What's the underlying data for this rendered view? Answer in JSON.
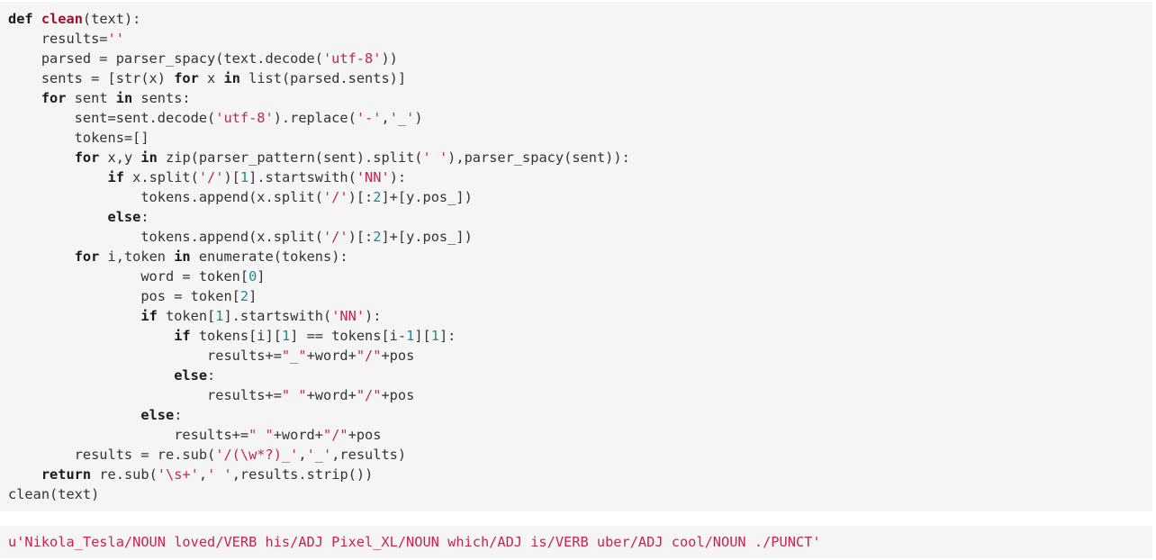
{
  "code": {
    "lines": [
      [
        {
          "t": "kw",
          "v": "def"
        },
        {
          "t": "p",
          "v": " "
        },
        {
          "t": "fn",
          "v": "clean"
        },
        {
          "t": "p",
          "v": "(text):"
        }
      ],
      [
        {
          "t": "p",
          "v": "    results="
        },
        {
          "t": "str",
          "v": "''"
        }
      ],
      [
        {
          "t": "p",
          "v": "    parsed = parser_spacy(text.decode("
        },
        {
          "t": "str",
          "v": "'utf-8'"
        },
        {
          "t": "p",
          "v": "))"
        }
      ],
      [
        {
          "t": "p",
          "v": "    sents = [str(x) "
        },
        {
          "t": "kw",
          "v": "for"
        },
        {
          "t": "p",
          "v": " x "
        },
        {
          "t": "kw",
          "v": "in"
        },
        {
          "t": "p",
          "v": " list(parsed.sents)]"
        }
      ],
      [
        {
          "t": "p",
          "v": "    "
        },
        {
          "t": "kw",
          "v": "for"
        },
        {
          "t": "p",
          "v": " sent "
        },
        {
          "t": "kw",
          "v": "in"
        },
        {
          "t": "p",
          "v": " sents:"
        }
      ],
      [
        {
          "t": "p",
          "v": "        sent=sent.decode("
        },
        {
          "t": "str",
          "v": "'utf-8'"
        },
        {
          "t": "p",
          "v": ").replace("
        },
        {
          "t": "str",
          "v": "'-'"
        },
        {
          "t": "p",
          "v": ","
        },
        {
          "t": "str",
          "v": "'_'"
        },
        {
          "t": "p",
          "v": ")"
        }
      ],
      [
        {
          "t": "p",
          "v": "        tokens=[]"
        }
      ],
      [
        {
          "t": "p",
          "v": "        "
        },
        {
          "t": "kw",
          "v": "for"
        },
        {
          "t": "p",
          "v": " x,y "
        },
        {
          "t": "kw",
          "v": "in"
        },
        {
          "t": "p",
          "v": " zip(parser_pattern(sent).split("
        },
        {
          "t": "str",
          "v": "' '"
        },
        {
          "t": "p",
          "v": "),parser_spacy(sent)):"
        }
      ],
      [
        {
          "t": "p",
          "v": "            "
        },
        {
          "t": "kw",
          "v": "if"
        },
        {
          "t": "p",
          "v": " x.split("
        },
        {
          "t": "str",
          "v": "'/'"
        },
        {
          "t": "p",
          "v": ")["
        },
        {
          "t": "num",
          "v": "1"
        },
        {
          "t": "p",
          "v": "].startswith("
        },
        {
          "t": "str",
          "v": "'NN'"
        },
        {
          "t": "p",
          "v": "):"
        }
      ],
      [
        {
          "t": "p",
          "v": "                tokens.append(x.split("
        },
        {
          "t": "str",
          "v": "'/'"
        },
        {
          "t": "p",
          "v": ")[:"
        },
        {
          "t": "num",
          "v": "2"
        },
        {
          "t": "p",
          "v": "]+[y.pos_])"
        }
      ],
      [
        {
          "t": "p",
          "v": "            "
        },
        {
          "t": "kw",
          "v": "else"
        },
        {
          "t": "p",
          "v": ":"
        }
      ],
      [
        {
          "t": "p",
          "v": "                tokens.append(x.split("
        },
        {
          "t": "str",
          "v": "'/'"
        },
        {
          "t": "p",
          "v": ")[:"
        },
        {
          "t": "num",
          "v": "2"
        },
        {
          "t": "p",
          "v": "]+[y.pos_])"
        }
      ],
      [
        {
          "t": "p",
          "v": "        "
        },
        {
          "t": "kw",
          "v": "for"
        },
        {
          "t": "p",
          "v": " i,token "
        },
        {
          "t": "kw",
          "v": "in"
        },
        {
          "t": "p",
          "v": " enumerate(tokens):"
        }
      ],
      [
        {
          "t": "p",
          "v": "                word = token["
        },
        {
          "t": "num",
          "v": "0"
        },
        {
          "t": "p",
          "v": "]"
        }
      ],
      [
        {
          "t": "p",
          "v": "                pos = token["
        },
        {
          "t": "num",
          "v": "2"
        },
        {
          "t": "p",
          "v": "]"
        }
      ],
      [
        {
          "t": "p",
          "v": "                "
        },
        {
          "t": "kw",
          "v": "if"
        },
        {
          "t": "p",
          "v": " token["
        },
        {
          "t": "num",
          "v": "1"
        },
        {
          "t": "p",
          "v": "].startswith("
        },
        {
          "t": "str",
          "v": "'NN'"
        },
        {
          "t": "p",
          "v": "):"
        }
      ],
      [
        {
          "t": "p",
          "v": "                    "
        },
        {
          "t": "kw",
          "v": "if"
        },
        {
          "t": "p",
          "v": " tokens[i]["
        },
        {
          "t": "num",
          "v": "1"
        },
        {
          "t": "p",
          "v": "] == tokens[i-"
        },
        {
          "t": "num",
          "v": "1"
        },
        {
          "t": "p",
          "v": "]["
        },
        {
          "t": "num",
          "v": "1"
        },
        {
          "t": "p",
          "v": "]:"
        }
      ],
      [
        {
          "t": "p",
          "v": "                        results+="
        },
        {
          "t": "str",
          "v": "\"_\""
        },
        {
          "t": "p",
          "v": "+word+"
        },
        {
          "t": "str",
          "v": "\"/\""
        },
        {
          "t": "p",
          "v": "+pos"
        }
      ],
      [
        {
          "t": "p",
          "v": "                    "
        },
        {
          "t": "kw",
          "v": "else"
        },
        {
          "t": "p",
          "v": ":"
        }
      ],
      [
        {
          "t": "p",
          "v": "                        results+="
        },
        {
          "t": "str",
          "v": "\" \""
        },
        {
          "t": "p",
          "v": "+word+"
        },
        {
          "t": "str",
          "v": "\"/\""
        },
        {
          "t": "p",
          "v": "+pos"
        }
      ],
      [
        {
          "t": "p",
          "v": "                "
        },
        {
          "t": "kw",
          "v": "else"
        },
        {
          "t": "p",
          "v": ":"
        }
      ],
      [
        {
          "t": "p",
          "v": "                    results+="
        },
        {
          "t": "str",
          "v": "\" \""
        },
        {
          "t": "p",
          "v": "+word+"
        },
        {
          "t": "str",
          "v": "\"/\""
        },
        {
          "t": "p",
          "v": "+pos"
        }
      ],
      [
        {
          "t": "p",
          "v": "        results = re.sub("
        },
        {
          "t": "str",
          "v": "'/(\\w*?)_'"
        },
        {
          "t": "p",
          "v": ","
        },
        {
          "t": "str",
          "v": "'_'"
        },
        {
          "t": "p",
          "v": ",results)"
        }
      ],
      [
        {
          "t": "p",
          "v": "    "
        },
        {
          "t": "kw",
          "v": "return"
        },
        {
          "t": "p",
          "v": " re.sub("
        },
        {
          "t": "str",
          "v": "'\\s+'"
        },
        {
          "t": "p",
          "v": ","
        },
        {
          "t": "str",
          "v": "' '"
        },
        {
          "t": "p",
          "v": ",results.strip())"
        }
      ],
      [
        {
          "t": "p",
          "v": "clean(text)"
        }
      ]
    ]
  },
  "output": {
    "text": "u'Nikola_Tesla/NOUN loved/VERB his/ADJ Pixel_XL/NOUN which/ADJ is/VERB uber/ADJ cool/NOUN ./PUNCT'"
  },
  "colors": {
    "code_background": "#f5f5f5",
    "keyword": "#1a1a1a",
    "function_name": "#a1102b",
    "string": "#c7254e",
    "number": "#1a8c8c",
    "output_text": "#c7254e"
  }
}
